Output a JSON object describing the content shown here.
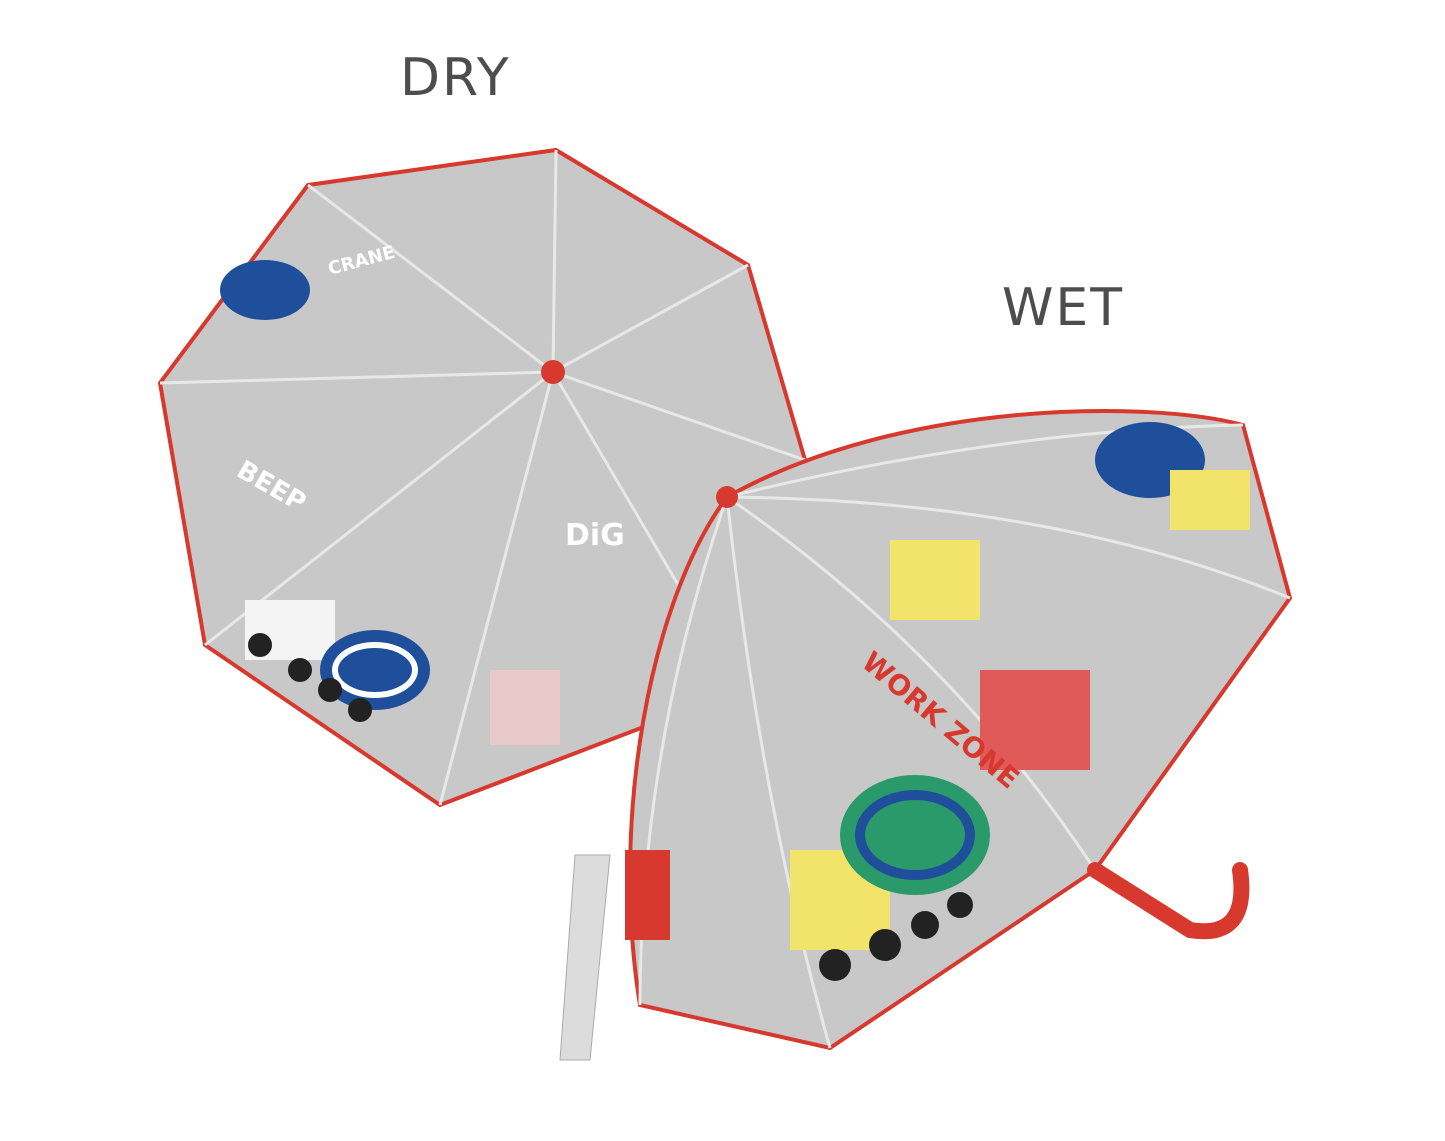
{
  "labels": {
    "dry": "DRY",
    "wet": "WET"
  },
  "umbrella_print": {
    "dig": "DiG",
    "crane": "CRANE",
    "beep": "BEEP",
    "work_zone": "WORK ZONE"
  },
  "colors": {
    "canopy": "#c8c8c8",
    "trim": "#d8392e",
    "text": "#4d4d4d",
    "mixer_blue": "#1f4f9a",
    "mixer_green": "#2a9a6a",
    "yellow": "#f2e46a"
  }
}
